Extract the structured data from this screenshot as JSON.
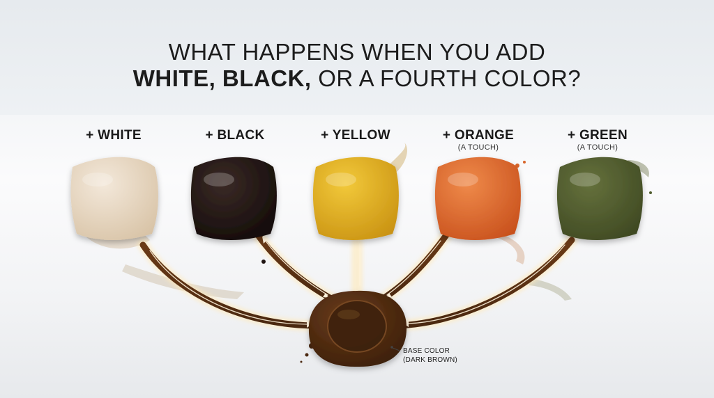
{
  "title": {
    "line1": "WHAT HAPPENS WHEN YOU ADD",
    "line2_bold": "WHITE, BLACK,",
    "line2_rest": " OR A FOURTH COLOR?"
  },
  "swatches": [
    {
      "label": "+ WHITE",
      "sublabel": "",
      "color": "#e4d3bd"
    },
    {
      "label": "+ BLACK",
      "sublabel": "",
      "color": "#1f1412"
    },
    {
      "label": "+ YELLOW",
      "sublabel": "",
      "color": "#dfae20"
    },
    {
      "label": "+ ORANGE",
      "sublabel": "(A TOUCH)",
      "color": "#d8652a"
    },
    {
      "label": "+ GREEN",
      "sublabel": "(A TOUCH)",
      "color": "#4f5c2e"
    }
  ],
  "base": {
    "line1": "BASE COLOR",
    "line2": "(DARK BROWN)",
    "color": "#4a2810"
  }
}
